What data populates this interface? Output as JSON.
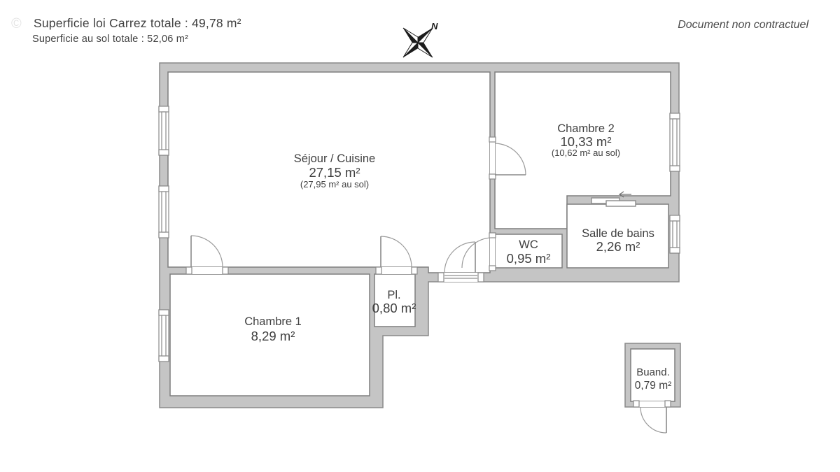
{
  "header": {
    "watermark": "©",
    "carrez_line": "Superficie loi Carrez totale :  49,78 m²",
    "sol_line": "Superficie au sol totale :  52,06 m²",
    "disclaimer": "Document non contractuel"
  },
  "compass": {
    "north_label": "N"
  },
  "rooms": {
    "sejour": {
      "name": "Séjour / Cuisine",
      "area": "27,15 m²",
      "floor_area": "(27,95 m² au sol)"
    },
    "chambre2": {
      "name": "Chambre 2",
      "area": "10,33 m²",
      "floor_area": "(10,62 m² au sol)"
    },
    "salle_de_bains": {
      "name": "Salle de bains",
      "area": "2,26 m²"
    },
    "wc": {
      "name": "WC",
      "area": "0,95 m²"
    },
    "placard": {
      "name": "Pl.",
      "area": "0,80 m²"
    },
    "chambre1": {
      "name": "Chambre 1",
      "area": "8,29 m²"
    },
    "buanderie": {
      "name": "Buand.",
      "area": "0,79 m²"
    }
  },
  "colors": {
    "background": "#ffffff",
    "wall_fill": "#c5c5c5",
    "wall_stroke": "#8a8a8a",
    "room_fill": "#ffffff",
    "text": "#3f3f3f",
    "compass_dark": "#1c1c1c"
  }
}
